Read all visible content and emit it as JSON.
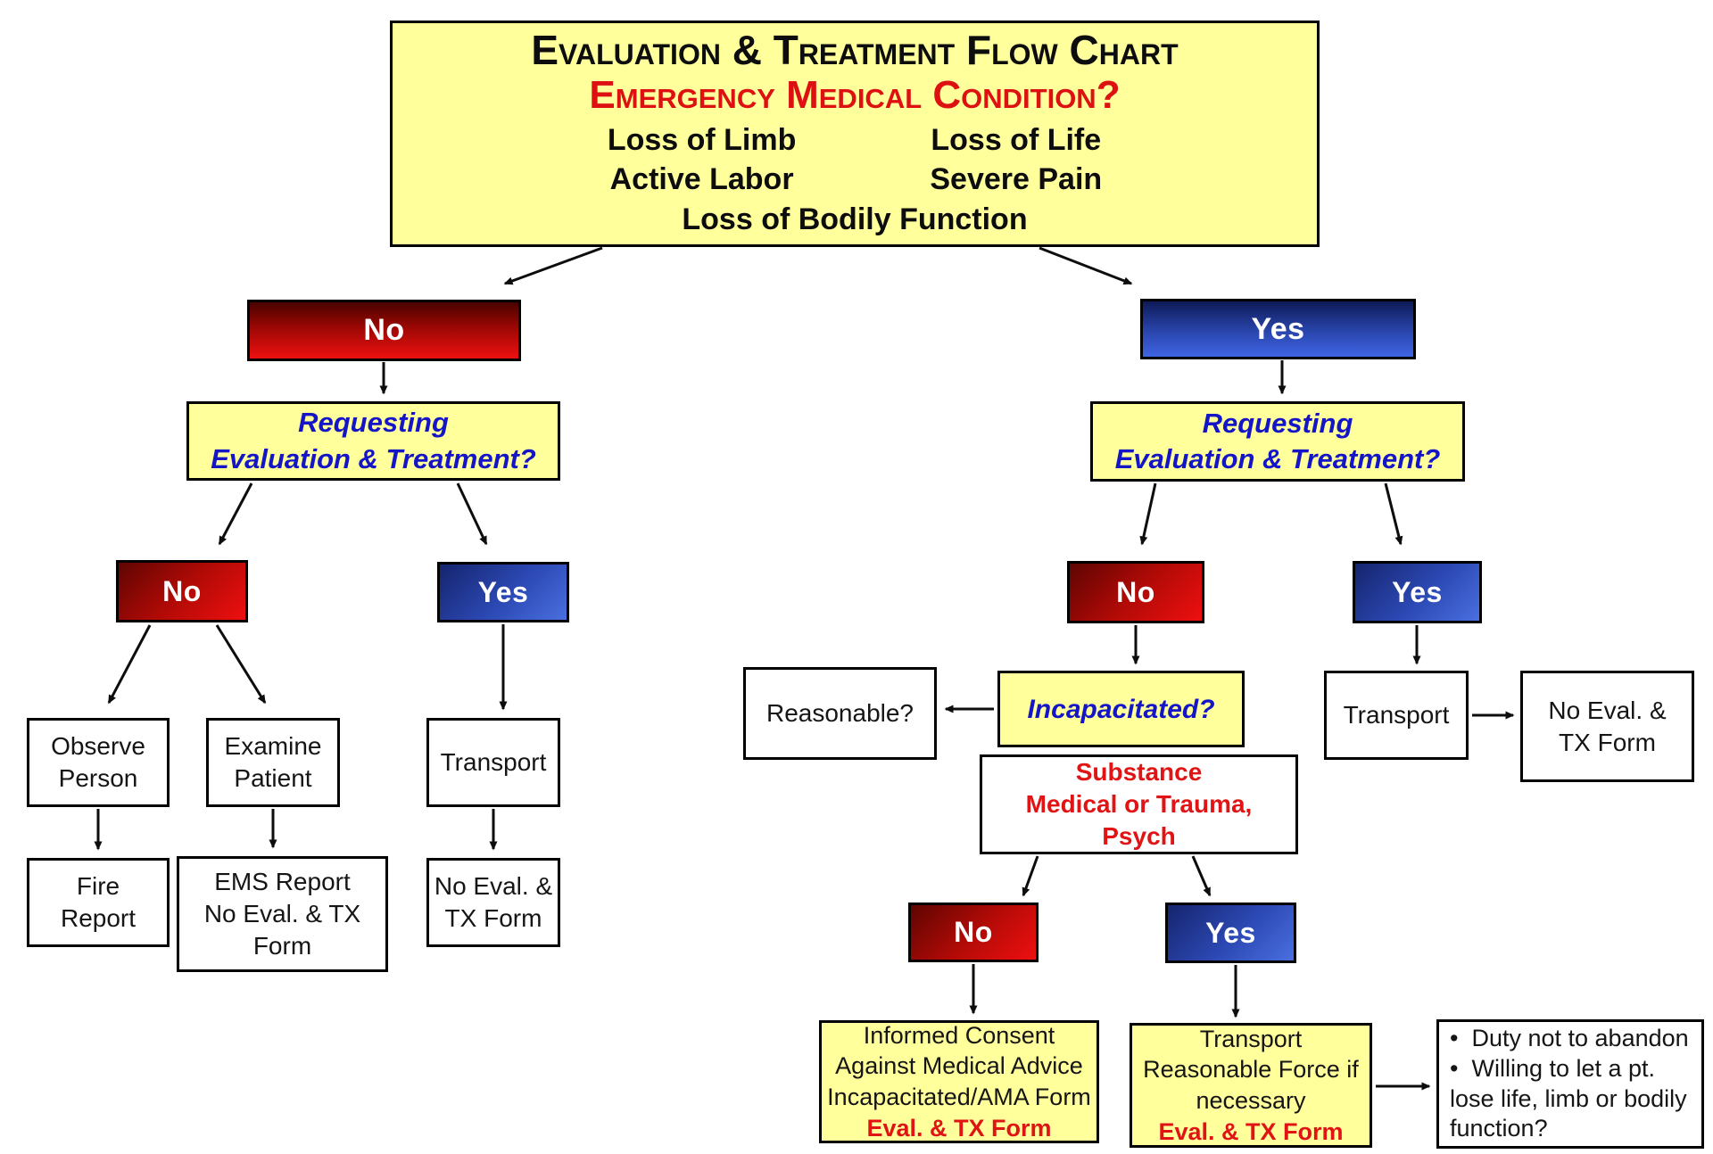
{
  "title": {
    "heading": "Evaluation & Treatment Flow Chart",
    "subheading": "Emergency Medical Condition?",
    "col1": [
      "Loss of Limb",
      "Active Labor"
    ],
    "col2": [
      "Loss of Life",
      "Severe Pain"
    ],
    "center_item": "Loss of Bodily Function"
  },
  "decisions": {
    "no": "No",
    "yes": "Yes"
  },
  "left": {
    "requesting_l1": "Requesting",
    "requesting_l2": "Evaluation & Treatment?",
    "observe_l1": "Observe",
    "observe_l2": "Person",
    "examine_l1": "Examine",
    "examine_l2": "Patient",
    "fire_l1": "Fire",
    "fire_l2": "Report",
    "ems_l1": "EMS Report",
    "ems_l2": "No Eval. & TX",
    "ems_l3": "Form",
    "transport": "Transport",
    "noeval_l1": "No Eval. &",
    "noeval_l2": "TX Form"
  },
  "right": {
    "requesting_l1": "Requesting",
    "requesting_l2": "Evaluation & Treatment?",
    "reasonable": "Reasonable?",
    "incapacitated": "Incapacitated?",
    "substance_l1": "Substance",
    "substance_l2": "Medical or Trauma,",
    "substance_l3": "Psych",
    "transport": "Transport",
    "noeval_l1": "No Eval. &",
    "noeval_l2": "TX Form",
    "informed_l1": "Informed Consent",
    "informed_l2": "Against Medical Advice",
    "informed_l3": "Incapacitated/AMA Form",
    "informed_l4": "Eval. & TX Form",
    "force_l1": "Transport",
    "force_l2": "Reasonable Force if",
    "force_l3": "necessary",
    "force_l4": "Eval. & TX Form",
    "duty_bullet1": "Duty not to abandon",
    "duty_bullet2": "Willing to let a pt. lose life, limb or bodily function?"
  },
  "colors": {
    "box_yellow": "#FFFF9C",
    "red_gradient_dark": "#4A0200",
    "red_gradient_bright": "#EE1010",
    "blue_gradient_dark": "#0E1A57",
    "blue_gradient_bright": "#3F64E4",
    "red_text": "#DD1111",
    "blue_text": "#1515C8",
    "black_text": "#0D0D0D",
    "white_text": "#FFFFFF"
  }
}
